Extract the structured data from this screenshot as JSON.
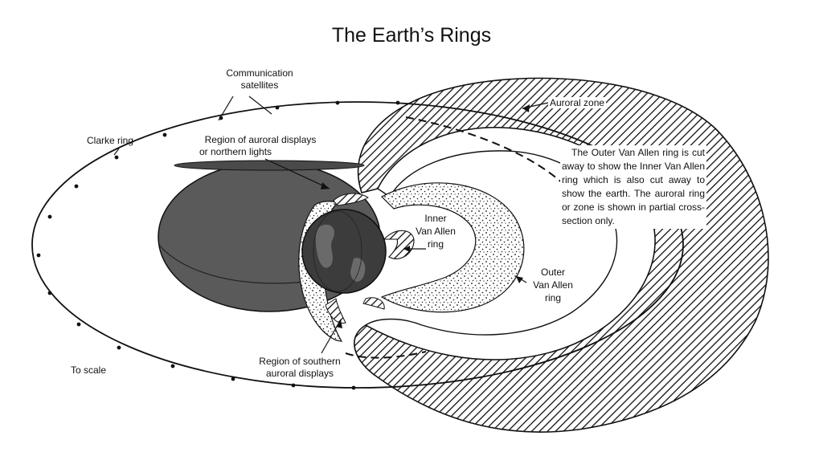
{
  "title": "The Earth’s Rings",
  "labels": {
    "comm_line1": "Communication",
    "comm_line2": "satellites",
    "clarke": "Clarke ring",
    "northern_line1": "Region of auroral displays",
    "northern_line2": "or northern lights",
    "auroral_zone": "Auroral zone",
    "inner_line1": "Inner",
    "inner_line2": "Van Allen",
    "inner_line3": "ring",
    "outer_line1": "Outer",
    "outer_line2": "Van Allen",
    "outer_line3": "ring",
    "southern_line1": "Region of southern",
    "southern_line2": "auroral displays",
    "scale": "To scale"
  },
  "caption": "The Outer Van Allen ring is cut away to show the Inner Van Allen ring which is also cut away to show the earth. The auroral ring or zone is shown in partial cross-section only.",
  "colors": {
    "ink": "#111111",
    "disk": "#5a5a5a",
    "earth": "#3c3c3c",
    "paper": "#ffffff"
  }
}
